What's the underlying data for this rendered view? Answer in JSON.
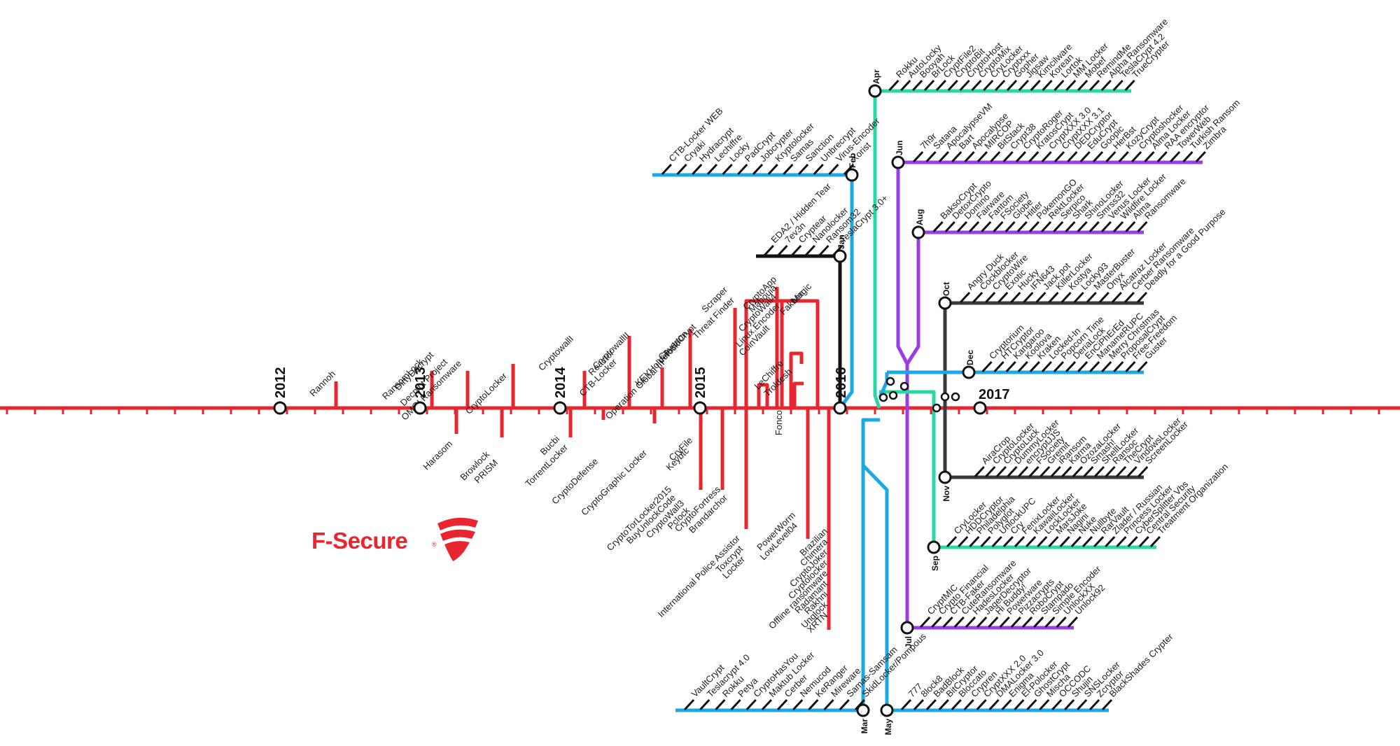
{
  "brand": {
    "name": "F-Secure",
    "reg": "®",
    "color": "#e8262f"
  },
  "colors": {
    "red": "#e8262f",
    "black": "#111111",
    "blue": "#1aa9e4",
    "green": "#27d8a4",
    "purple": "#9b3ce6",
    "gray": "#3a3a3a"
  },
  "years": [
    "2012",
    "2013",
    "2014",
    "2015",
    "2016",
    "2017"
  ],
  "months": [
    "Jan",
    "Feb",
    "Mar",
    "Apr",
    "May",
    "Jun",
    "Jul",
    "Aug",
    "Sep",
    "Oct",
    "Nov",
    "Dec"
  ],
  "red_labels": [
    "Rannoh",
    "RansomLock",
    "DirtyDecrypt",
    "Decrypt Project",
    "OMG! Ransomware",
    "CryptoLocker",
    "Harasom",
    "Browlock",
    "PRISM",
    "CryptowallI",
    "Reactor",
    "CTB-Locker",
    "CryptowallII",
    "Bucbi",
    "TorrentLocker",
    "CryptoDefense",
    "CryptoGraphic Locker",
    "Operation Global III",
    "KEYHolder",
    "Virlock",
    "Coverton",
    "TeslaCrypt",
    "CoinVault",
    "Threat Finder",
    "Scraper",
    "LeChiffre",
    "Troldesh",
    "CryFile",
    "Keybtc",
    "CryptoTorLocker2015",
    "BuyUnlockCode",
    "CryptoWall3",
    "Pclock",
    "CryptoFortress",
    "Brandarchor",
    "Magic",
    "Fakben",
    "CryptoApp",
    "Mabouia",
    "CryptoWall4",
    "Linux.Encoder",
    "Fonco",
    "International Police Assistor",
    "Toxcrypt",
    "Locker",
    "PowerWorm",
    "LowLevel04",
    "Brazilian",
    "Chimera",
    "CryptoJoker",
    "Cryptolocker",
    "Offline ransomware",
    "Radamant",
    "Rakhni",
    "Unglock",
    "XRTN"
  ],
  "jan_labels": [
    "EDA2 / Hidden Tear",
    "7ev3n",
    "Cryptear",
    "Nanolocker",
    "Ransom32",
    "TeslaCrypt 3.0+"
  ],
  "feb_labels": [
    "CTB-Locker WEB",
    "Cryaki",
    "Hydracrypt",
    "Lechiffre",
    "Locky",
    "PadCrypt",
    "Jobcrypter",
    "Kryptolocker",
    "Samas",
    "Sanction",
    "Unbrecrypt",
    "Virus-Encoder",
    "Xorist"
  ],
  "mar_labels": [
    "VaultCrypt",
    "Teslacrypt 4.0",
    "Rokku",
    "Petya",
    "CryptoHasYou",
    "Maktub Locker",
    "Cerber",
    "Nemucod",
    "KeRanger",
    "Mireware",
    "Samas-Samsam",
    "SkidLocker/Pompous"
  ],
  "apr_labels": [
    "Rokku",
    "AutoLocky",
    "Booyah",
    "BrLock",
    "CryptFile2",
    "CryptoBit",
    "CryptoHost",
    "CryptoMix",
    "CryLocker",
    "Cryptxxx",
    "Gopher",
    "Jigsaw",
    "Kimcilware",
    "Korean",
    "Lortok",
    "MM Locker",
    "Mobef",
    "RemindMe",
    "Alpha Ransomware",
    "TeslaCrypt 4.2",
    "TrueCrypter"
  ],
  "may_labels": [
    "777",
    "8lock8",
    "BadBlock",
    "BitCryptor",
    "Bloccato",
    "Crypren",
    "CryptXXX 2.0",
    "DMALocker 3.0",
    "Enigma",
    "El-Polocker",
    "GhostCrypt",
    "Mischa",
    "OCCODC",
    "Shujin",
    "SNSLocker",
    "Zcryptor",
    "BlackShades Crypter"
  ],
  "jun_labels": [
    "7h9r",
    "Satana",
    "ApocalypseVM",
    "Bart",
    "Apocalypse",
    "MIRCOP",
    "BitStack",
    "Crypt38",
    "CryptoRoger",
    "KratosCrypt",
    "CryptXXX 3.0",
    "CryptXXX 3.1",
    "DEDCryptor",
    "EduCrypt",
    "Goopic",
    "HerBst",
    "KozyCrypt",
    "Cryptoshocker",
    "Alma Locker",
    "RAA encryptor",
    "TowerWeb",
    "Turkish Ransom",
    "Zimbra"
  ],
  "jul_labels": [
    "CryptMIC",
    "Crypto Financial",
    "CTB-Faker",
    "CuteRansomware",
    "HadesLocker",
    "JagerDecryptor",
    "Hi Buddy!",
    "Powerware",
    "Pizzacrypts",
    "RoboCrypt",
    "Stampado",
    "Simple Encoder",
    "UnlockXX",
    "Unlock92"
  ],
  "aug_labels": [
    "BaksoCrypt",
    "DetoxCrypto",
    "Domino",
    "Fairware",
    "Fantom",
    "FSociety",
    "Globe",
    "Hitler",
    "PokemonGO",
    "RektLocker",
    "Serpico",
    "Shark",
    "ShinoLocker",
    "Smrss32",
    "Venus Locker",
    "Wildfire Locker",
    "Alma",
    "Ransomware"
  ],
  "sep_labels": [
    "CryLocker",
    "HDDCryptor",
    "Philadelphia",
    "Polyglot",
    "UnlockUPC",
    "Cry",
    "FenixLocker",
    "KawaiiLocker",
    "LockLocker",
    "MarsJoke",
    "Nagini",
    "Nuke",
    "Nullbyte",
    "RarVault",
    "Zlader / Russian",
    "Princess Locker",
    "CyberSplitter Vbs",
    "Central Security",
    "Treatment Organization"
  ],
  "oct_labels": [
    "Angry Duck",
    "Cockblocker",
    "CryptoWire",
    "Exotic",
    "Hucky",
    "IFN643",
    "Jack.pot",
    "KillerLocker",
    "Kostya",
    "Locky93",
    "MasterBuster",
    "Onyx",
    "Alcatraz Locker",
    "Cerber Ransomware",
    "Deadly for a Good Purpose"
  ],
  "nov_labels": [
    "AiraCrop",
    "CryptoLocker",
    "CryptoLuck",
    "DummyLocker",
    "encryptJJS",
    "FSociety",
    "Gremit",
    "iRansom",
    "Karma",
    "OzozaLocker",
    "Smash!",
    "ShellLocker",
    "Ransoc",
    "TheCrypt",
    "VindowsLocker",
    "ScreenLocker"
  ],
  "dec_labels": [
    "Cryptorium",
    "HTCryptor",
    "Kangaroo",
    "Koolova",
    "Kraken",
    "Locked-In",
    "Popcorn Time",
    "DeriaLock",
    "EnCiPhErEd",
    "ManameRUPC",
    "Merry Christmas",
    "ProposalCrypt",
    "Free-Freedom",
    "Guster"
  ]
}
